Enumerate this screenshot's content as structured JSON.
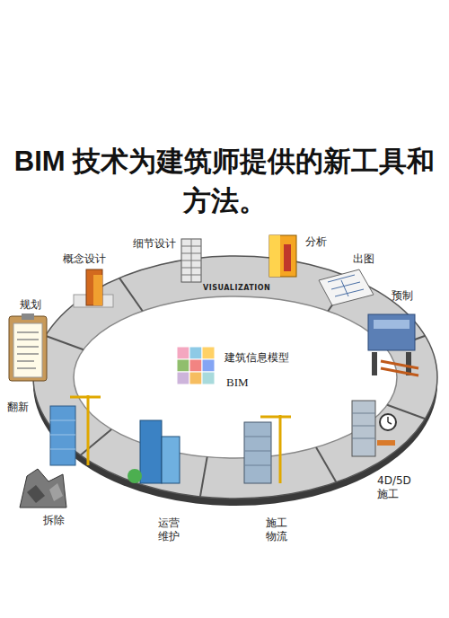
{
  "diagram": {
    "title": "BIM 技术为建筑师提供的新工具和方法。",
    "labels": [
      "细节设计",
      "分析",
      "出图",
      "概念设计",
      "VISUALIZATION",
      "规划",
      "预制",
      "建筑信息模型",
      "BIM",
      "翻新",
      "4D/5D 施工",
      "拆除",
      "运营 维护",
      "施工 物流"
    ]
  }
}
